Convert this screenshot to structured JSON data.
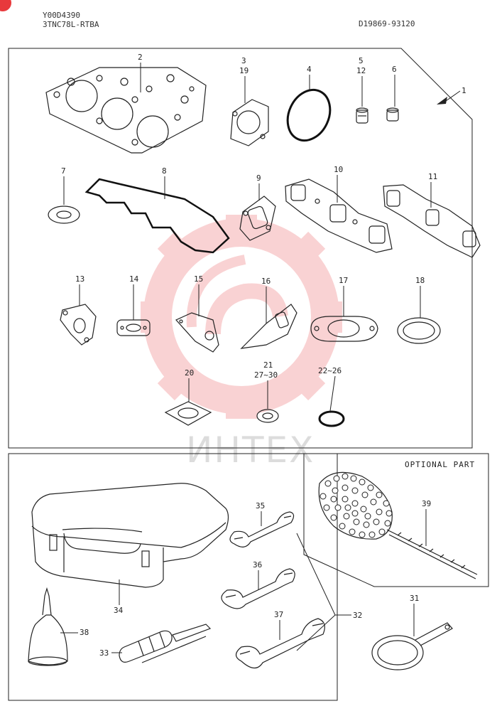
{
  "header": {
    "model_code": "Y00D4390",
    "engine_code": "3TNC78L-RTBA",
    "part_number": "D19869-93120"
  },
  "watermark": {
    "text": "ИНТЕХ",
    "color": "#e8393c"
  },
  "optional_label": "OPTIONAL PART",
  "callouts": {
    "c1": "1",
    "c2": "2",
    "c3": "3",
    "c19": "19",
    "c4": "4",
    "c5": "5",
    "c12": "12",
    "c6": "6",
    "c7": "7",
    "c8": "8",
    "c9": "9",
    "c10": "10",
    "c11": "11",
    "c13": "13",
    "c14": "14",
    "c15": "15",
    "c16": "16",
    "c17": "17",
    "c18": "18",
    "c20": "20",
    "c21": "21",
    "c27_30": "27~30",
    "c22_26": "22~26",
    "c31": "31",
    "c32": "32",
    "c33": "33",
    "c34": "34",
    "c35": "35",
    "c36": "36",
    "c37": "37",
    "c38": "38",
    "c39": "39"
  }
}
